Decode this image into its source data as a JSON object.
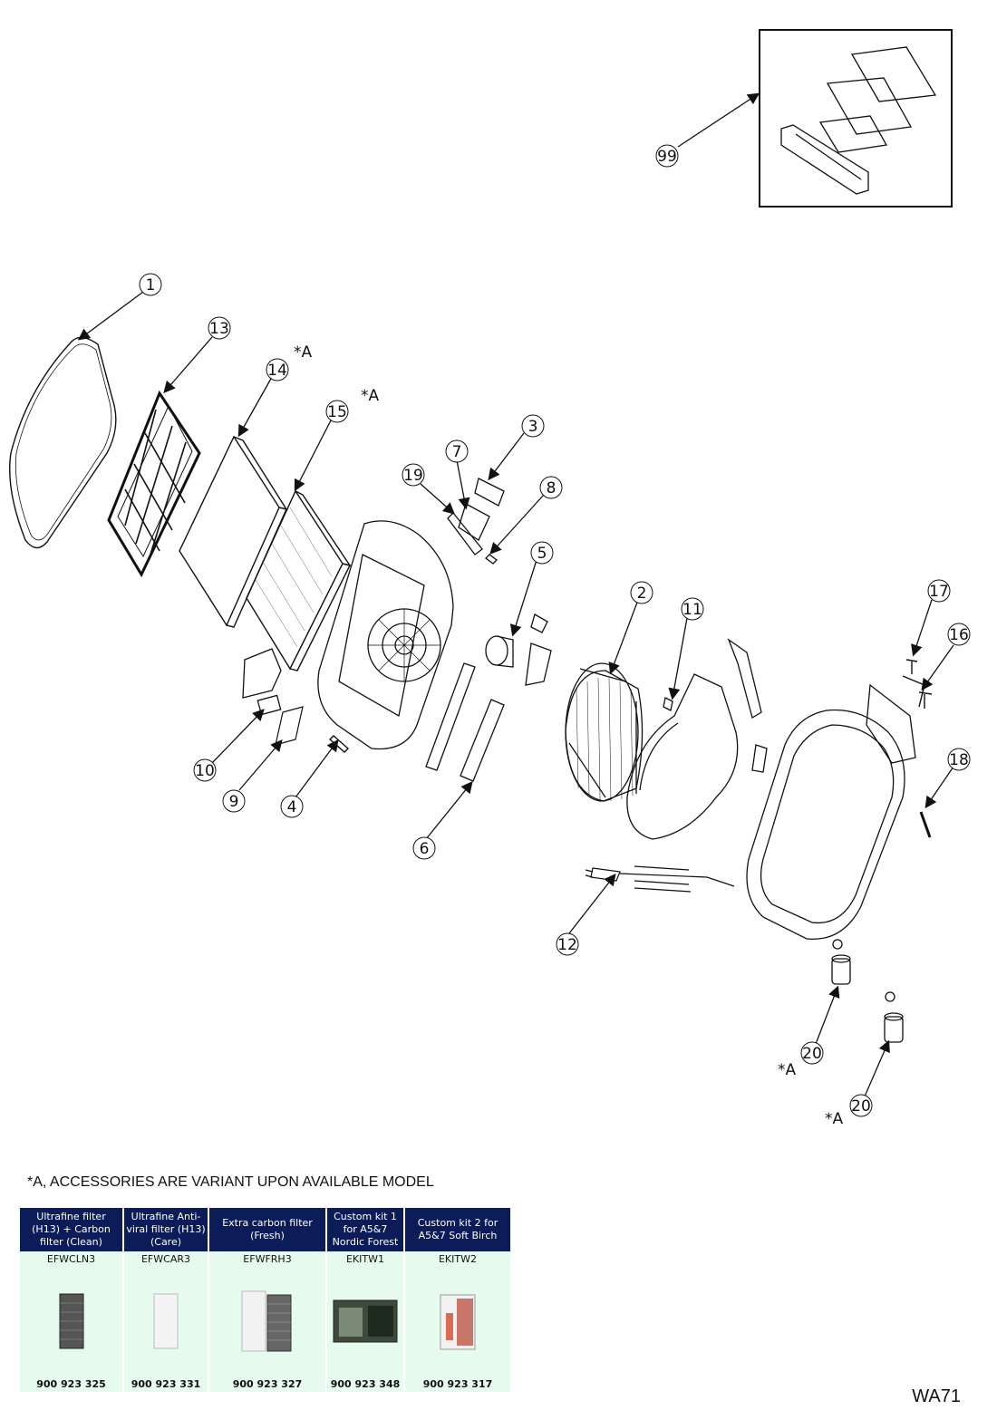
{
  "model_code": "WA71",
  "note": "*A, ACCESSORIES ARE VARIANT UPON AVAILABLE MODEL",
  "variant_mark": "*A",
  "callouts": [
    "99",
    "1",
    "13",
    "14",
    "15",
    "3",
    "7",
    "19",
    "8",
    "5",
    "2",
    "11",
    "17",
    "16",
    "18",
    "10",
    "9",
    "4",
    "6",
    "12",
    "20",
    "20"
  ],
  "accessories": {
    "headers": [
      "Ultrafine filter (H13) + Carbon filter (Clean)",
      "Ultrafine Anti-viral filter (H13) (Care)",
      "Extra carbon filter (Fresh)",
      "Custom kit 1 for A5&7 Nordic Forest",
      "Custom kit 2 for A5&7 Soft Birch"
    ],
    "codes": [
      "EFWCLN3",
      "EFWCAR3",
      "EFWFRH3",
      "EKITW1",
      "EKITW2"
    ],
    "part_numbers": [
      "900 923 325",
      "900 923 331",
      "900 923 327",
      "900 923 348",
      "900 923 317"
    ]
  },
  "colors": {
    "header_bg": "#0c1c59",
    "row_bg": "#e6fbee",
    "line": "#111111"
  }
}
